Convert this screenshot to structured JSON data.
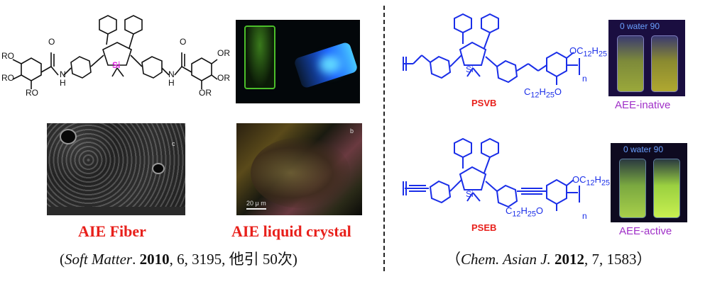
{
  "left": {
    "molecule": {
      "labels": {
        "ro": "RO",
        "or": "OR",
        "o": "O",
        "nh": "N",
        "h": "H",
        "si": "Si"
      }
    },
    "photos": {
      "sem_panel_letter": "c",
      "lc_panel_letter": "b",
      "lc_scale": "20 μ m"
    },
    "captions": {
      "fiber": "AIE Fiber",
      "liquid_crystal": "AIE liquid crystal"
    },
    "citation": {
      "open": "(",
      "journal": "Soft Matter",
      "dot": ". ",
      "year": "2010",
      "rest": ", 6, 3195, 他引 50次)"
    }
  },
  "right": {
    "psvb": {
      "name": "PSVB",
      "si_label": "Si",
      "n": "n",
      "sub_top": "OC",
      "sub_top_idx": "12",
      "sub_top_h": "H",
      "sub_top_hidx": "25",
      "sub_bot": "C",
      "sub_bot_idx": "12",
      "sub_bot_h": "H",
      "sub_bot_hidx": "25",
      "sub_bot_o": "O",
      "vial_label": "0   water  90",
      "aee": "AEE-inative"
    },
    "pseb": {
      "name": "PSEB",
      "si_label": "Si",
      "n": "n",
      "vial_label": "0   water  90",
      "aee": "AEE-active"
    },
    "citation": {
      "open": "（",
      "journal": "Chem. Asian J.",
      "year": "2012",
      "rest": ", 7, 1583）"
    }
  },
  "colors": {
    "caption_red": "#e8201b",
    "polymer_blue": "#1a2ee8",
    "aee_purple": "#a030c8",
    "si_magenta": "#e020e0"
  }
}
